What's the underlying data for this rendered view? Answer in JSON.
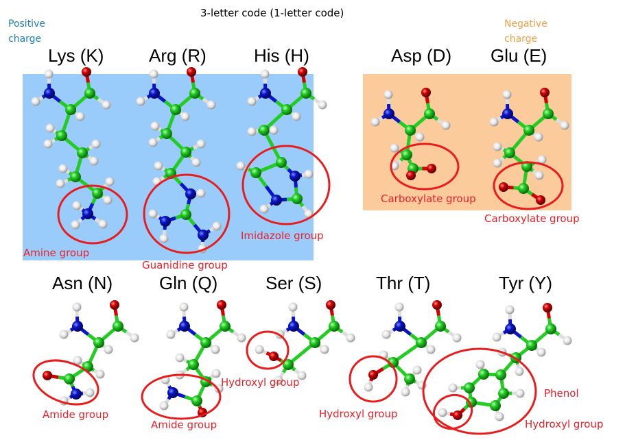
{
  "title": "3-letter code (1-letter code)",
  "colors": {
    "positive_bg": "#99ccfa",
    "negative_bg": "#fccb9c",
    "positive_text": "#1a7fc0",
    "negative_text": "#f0a040",
    "highlight": "#e81c1c",
    "carbon": "#22cc22",
    "nitrogen": "#0a14c8",
    "oxygen": "#d00000",
    "hydrogen": "#e0e0e0"
  },
  "positive": {
    "label": "Positive\ncharge"
  },
  "negative": {
    "label": "Negative\ncharge"
  },
  "amino_acids": [
    {
      "name": "Lys (K)",
      "group": "Amine group",
      "charge": "positive"
    },
    {
      "name": "Arg (R)",
      "group": "Guanidine group",
      "charge": "positive"
    },
    {
      "name": "His (H)",
      "group": "Imidazole group",
      "charge": "positive"
    },
    {
      "name": "Asp (D)",
      "group": "Carboxylate group",
      "charge": "negative"
    },
    {
      "name": "Glu (E)",
      "group": "Carboxylate group",
      "charge": "negative"
    },
    {
      "name": "Asn (N)",
      "group": "Amide group",
      "charge": "none"
    },
    {
      "name": "Gln (Q)",
      "group": "Amide group",
      "charge": "none"
    },
    {
      "name": "Ser (S)",
      "group": "Hydroxyl group",
      "charge": "none"
    },
    {
      "name": "Thr (T)",
      "group": "Hydroxyl group",
      "charge": "none"
    },
    {
      "name": "Tyr (Y)",
      "group": "Hydroxyl group",
      "group2": "Phenol",
      "charge": "none"
    }
  ]
}
